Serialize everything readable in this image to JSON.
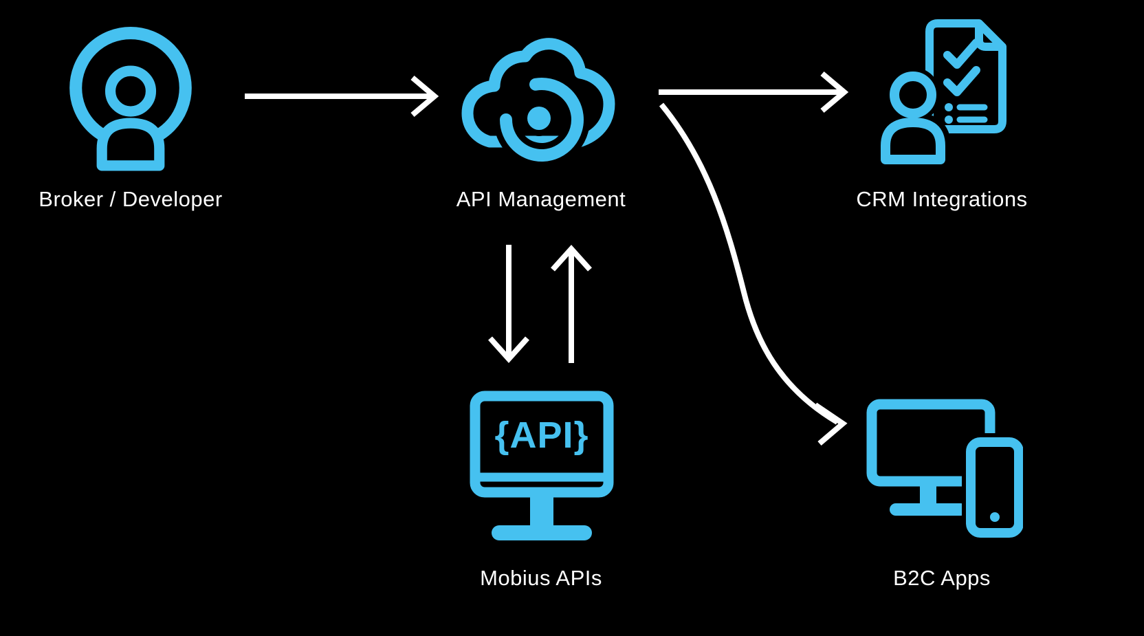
{
  "diagram": {
    "colors": {
      "background": "#000000",
      "accent": "#46C1F0",
      "arrow": "#FFFFFF",
      "label": "#FFFFFF"
    },
    "nodes": {
      "broker": {
        "label": "Broker / Developer",
        "icon": "person-in-circle-icon"
      },
      "api_management": {
        "label": "API Management",
        "icon": "api-cloud-icon"
      },
      "crm": {
        "label": "CRM Integrations",
        "icon": "person-checklist-icon"
      },
      "mobius": {
        "label": "Mobius APIs",
        "icon": "monitor-api-icon",
        "screen_text": "{API}"
      },
      "b2c": {
        "label": "B2C Apps",
        "icon": "desktop-phone-icon"
      }
    },
    "edges": [
      {
        "from": "broker",
        "to": "api_management",
        "style": "straight-right"
      },
      {
        "from": "api_management",
        "to": "crm",
        "style": "straight-right"
      },
      {
        "from": "api_management",
        "to": "mobius",
        "style": "straight-down"
      },
      {
        "from": "mobius",
        "to": "api_management",
        "style": "straight-up"
      },
      {
        "from": "api_management",
        "to": "b2c",
        "style": "curved-down-right"
      }
    ]
  }
}
